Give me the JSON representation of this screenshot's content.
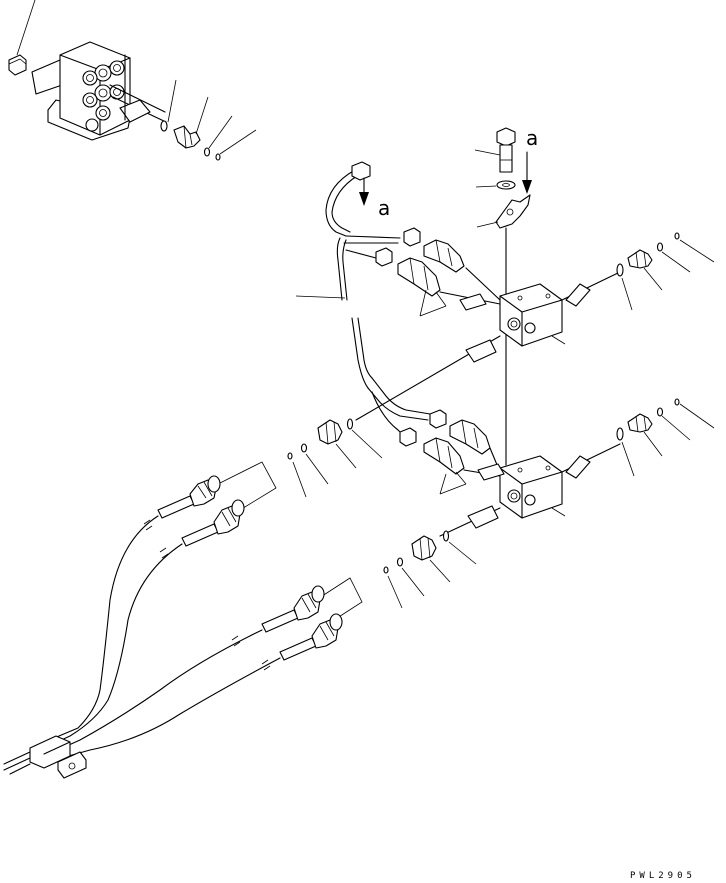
{
  "callouts": {
    "view_a_top": "a",
    "view_a_left": "a"
  },
  "drawing_code": "PWL2905"
}
